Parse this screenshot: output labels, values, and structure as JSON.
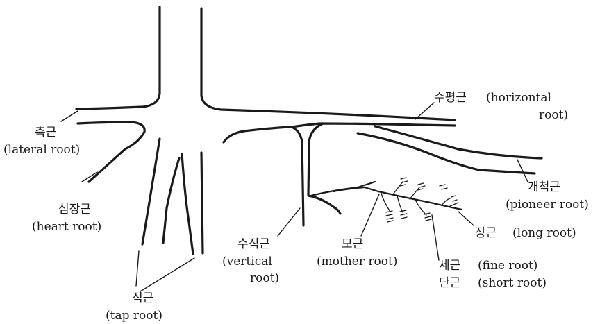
{
  "labels": {
    "horizontal": {
      "ko": "수평근",
      "en_line1": "(horizontal",
      "en_line2": "root)"
    },
    "lateral": {
      "ko": "측근",
      "en": "(lateral root)"
    },
    "heart": {
      "ko": "심장근",
      "en": "(heart root)"
    },
    "tap": {
      "ko": "직근",
      "en": "(tap root)"
    },
    "vertical": {
      "ko": "수직근",
      "en_line1": "(vertical",
      "en_line2": "root)"
    },
    "mother": {
      "ko": "모근",
      "en": "(mother root)"
    },
    "pioneer": {
      "ko": "개척근",
      "en": "(pioneer root)"
    },
    "long": {
      "ko": "장근",
      "en": "(long root)"
    },
    "fine": {
      "ko": "세근",
      "en": "(fine root)"
    },
    "short": {
      "ko": "단근",
      "en": "(short root)"
    }
  },
  "colors": {
    "ink": "#1a1a1a",
    "background": "#ffffff"
  }
}
